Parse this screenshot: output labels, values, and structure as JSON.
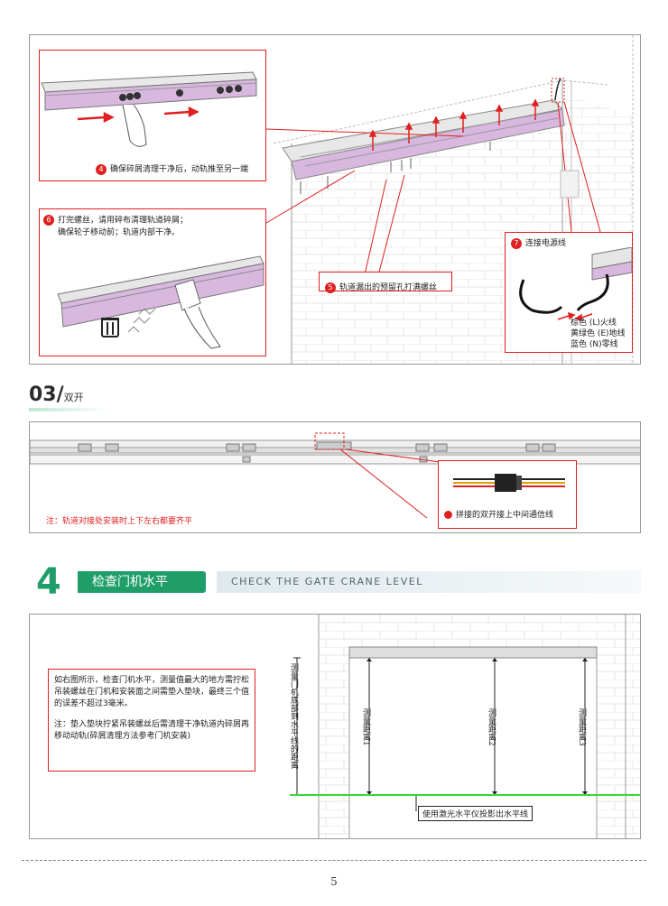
{
  "steps": {
    "step4": {
      "num": "4",
      "text": "确保碎屑清理干净后，动轨推至另一端"
    },
    "step5": {
      "num": "5",
      "text": "轨道漏出的预留孔打满螺丝"
    },
    "step6": {
      "num": "6",
      "line1": "打完螺丝，请用碎布清理轨道碎屑；",
      "line2": "确保轮子移动前；轨道内部干净。"
    },
    "step7": {
      "num": "7",
      "text": "连接电源线",
      "wires": [
        "棕色 (L)火线",
        "黄绿色 (E)地线",
        "蓝色 (N)零线"
      ]
    }
  },
  "section3": {
    "number": "03/",
    "label": "双开",
    "note": "注：轨道对接处安装时上下左右都要齐平",
    "callout": "拼接的双开接上中间通信线"
  },
  "section4": {
    "number": "4",
    "title": "检查门机水平",
    "subtitle": "CHECK THE GATE CRANE LEVEL",
    "para1": "如右图所示，检查门机水平，测量值最大的地方需拧松吊装螺丝在门机和安装面之间需垫入垫块，最终三个值的误差不超过3毫米。",
    "para2": "注：垫入垫块拧紧吊装螺丝后需清理干净轨道内碎屑再移动动轨(碎屑清理方法参考门机安装)",
    "vertical_label": "测量门机底部到水平线的距离",
    "measure1": "测量距离1",
    "measure2": "测量距离2",
    "measure3": "测量距离3",
    "laser_label": "使用激光水平仪投影出水平线"
  },
  "page_number": "5",
  "colors": {
    "accent_red": "#e02020",
    "accent_green": "#1f9e6a",
    "rail_purple": "#d9b8df",
    "laser_green": "#39d639"
  }
}
